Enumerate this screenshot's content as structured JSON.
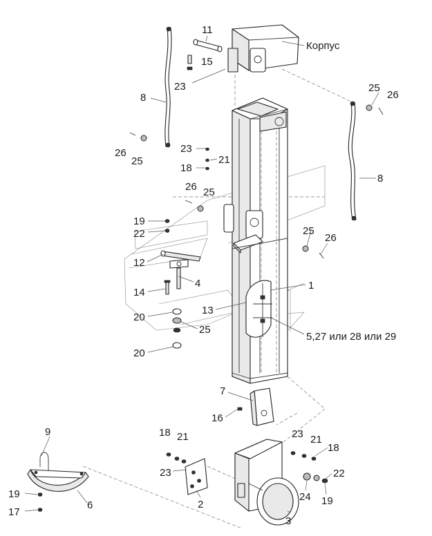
{
  "labels": {
    "korpus": "Корпус",
    "n11": "11",
    "n15": "15",
    "n23_top": "23",
    "n8_left": "8",
    "n25_tr": "25",
    "n26_tr": "26",
    "n8_right": "8",
    "n23_mid": "23",
    "n21_mid": "21",
    "n18_mid": "18",
    "n26_left": "26",
    "n25_left": "25",
    "n26_mid": "26",
    "n25_mid": "25",
    "n19_l": "19",
    "n22_l": "22",
    "n12": "12",
    "n4": "4",
    "n14": "14",
    "n25_r": "25",
    "n26_r": "26",
    "n1": "1",
    "n13": "13",
    "n20_a": "20",
    "n25_low": "25",
    "n5": "5,27 или 28 или 29",
    "n20_b": "20",
    "n7": "7",
    "n16": "16",
    "n9": "9",
    "n18_bl": "18",
    "n21_bl": "21",
    "n23_bl": "23",
    "n2": "2",
    "n23_br": "23",
    "n21_br": "21",
    "n18_br": "18",
    "n22_br": "22",
    "n24": "24",
    "n19_br": "19",
    "n3": "3",
    "n19_bl": "19",
    "n17": "17",
    "n6": "6"
  }
}
